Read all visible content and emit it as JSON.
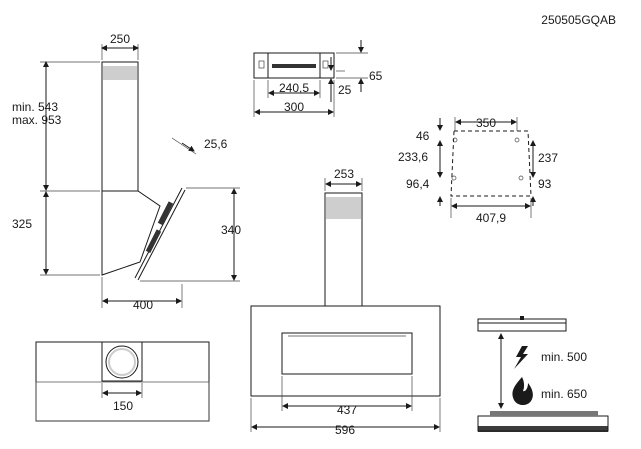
{
  "drawing_code": "250505GQAB",
  "side_view": {
    "chimney_width": "250",
    "min_height": "min. 543",
    "max_height": "max. 953",
    "lower_height": "325",
    "angle_value": "25,6",
    "canopy_height": "340",
    "depth": "400"
  },
  "bracket_view": {
    "width_inner": "240,5",
    "width_outer": "300",
    "height_top": "65",
    "height_bottom": "25"
  },
  "holes_view": {
    "top_spacing": "350",
    "left_top": "46",
    "left_mid": "233,6",
    "left_bottom": "96,4",
    "right_mid": "237",
    "right_bottom": "93",
    "bottom_spacing": "407,9"
  },
  "front_view": {
    "chimney_width": "253",
    "inner_width": "437",
    "total_width": "596"
  },
  "top_view": {
    "outlet_diameter": "150"
  },
  "clearance": {
    "electric_label": "min. 500",
    "gas_label": "min. 650"
  }
}
